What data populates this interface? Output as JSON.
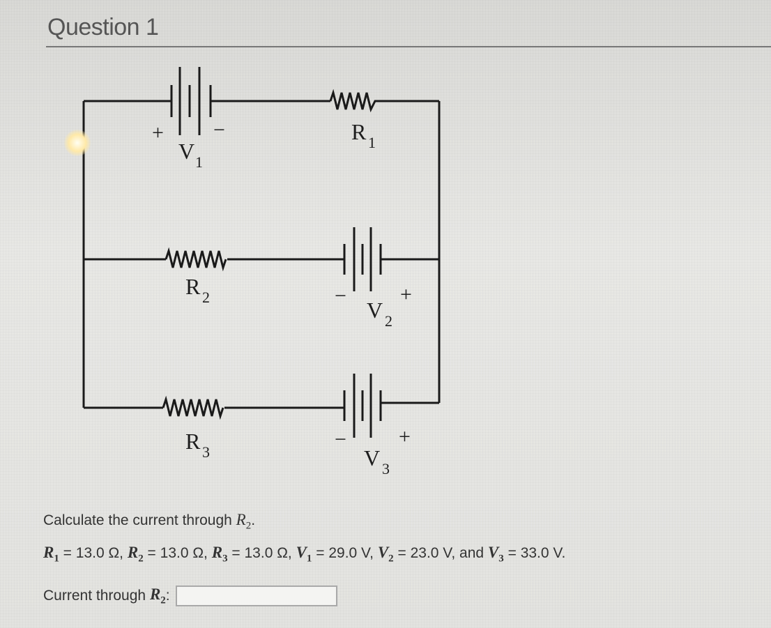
{
  "question": {
    "title": "Question 1"
  },
  "circuit": {
    "v1": {
      "letter": "V",
      "sub": "1",
      "plus": "+",
      "minus": "−"
    },
    "v2": {
      "letter": "V",
      "sub": "2",
      "plus": "+",
      "minus": "−"
    },
    "v3": {
      "letter": "V",
      "sub": "3",
      "plus": "+",
      "minus": "−"
    },
    "r1": {
      "letter": "R",
      "sub": "1"
    },
    "r2": {
      "letter": "R",
      "sub": "2"
    },
    "r3": {
      "letter": "R",
      "sub": "3"
    }
  },
  "prompt": {
    "text": "Calculate the current through",
    "target": "R",
    "target_sub": "2",
    "end": "."
  },
  "given": {
    "r1": {
      "sym": "R",
      "sub": "1",
      "value": " = 13.0 Ω, "
    },
    "r2": {
      "sym": "R",
      "sub": "2",
      "value": " = 13.0 Ω, "
    },
    "r3": {
      "sym": "R",
      "sub": "3",
      "value": " = 13.0 Ω, "
    },
    "v1": {
      "sym": "V",
      "sub": "1",
      "value": " = 29.0 V, "
    },
    "v2": {
      "sym": "V",
      "sub": "2",
      "value": " = 23.0 V, and "
    },
    "v3": {
      "sym": "V",
      "sub": "3",
      "value": " = 33.0 V."
    }
  },
  "answer": {
    "label": "Current through",
    "sym": "R",
    "sub": "2",
    "colon": ":",
    "value": ""
  }
}
